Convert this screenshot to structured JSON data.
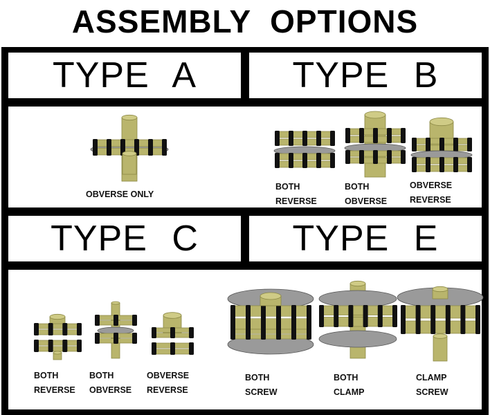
{
  "title": "ASSEMBLY OPTIONS",
  "colors": {
    "frame": "#000000",
    "panel": "#ffffff",
    "brass": "#b9b56c",
    "brass_dark": "#8c8946",
    "roller": "#111111",
    "plate": "#9a9a9a"
  },
  "sections": [
    {
      "id": "type-a",
      "header": "TYPE  A",
      "options": [
        {
          "lines": [
            "OBVERSE  ONLY"
          ]
        }
      ]
    },
    {
      "id": "type-b",
      "header": "TYPE  B",
      "options": [
        {
          "lines": [
            "BOTH",
            "REVERSE"
          ]
        },
        {
          "lines": [
            "BOTH",
            "OBVERSE"
          ]
        },
        {
          "lines": [
            "OBVERSE",
            "REVERSE"
          ]
        }
      ]
    },
    {
      "id": "type-c",
      "header": "TYPE  C",
      "options": [
        {
          "lines": [
            "BOTH",
            "REVERSE"
          ]
        },
        {
          "lines": [
            "BOTH",
            "OBVERSE"
          ]
        },
        {
          "lines": [
            "OBVERSE",
            "REVERSE"
          ]
        }
      ]
    },
    {
      "id": "type-e",
      "header": "TYPE  E",
      "options": [
        {
          "lines": [
            "BOTH",
            "SCREW"
          ]
        },
        {
          "lines": [
            "BOTH",
            "CLAMP"
          ]
        },
        {
          "lines": [
            "CLAMP",
            "SCREW"
          ]
        }
      ]
    }
  ]
}
